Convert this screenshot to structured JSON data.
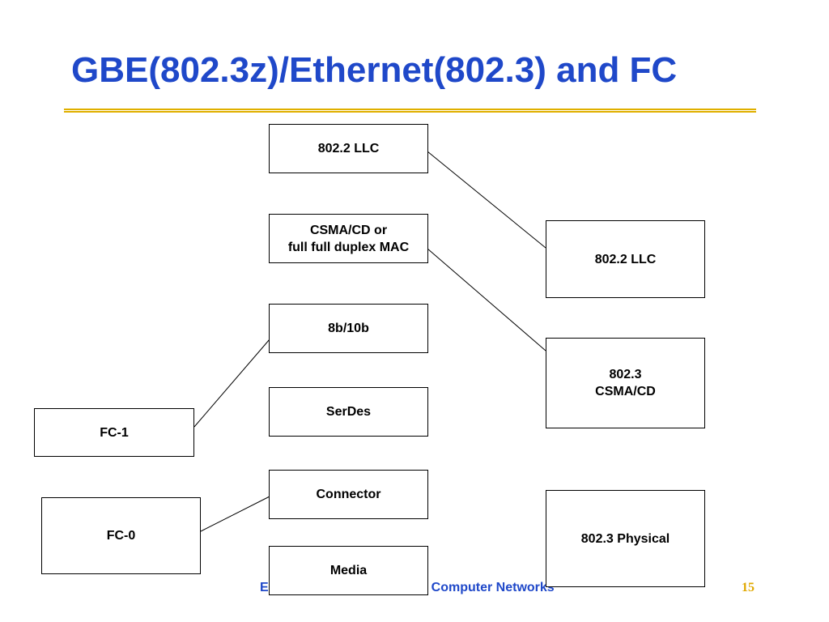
{
  "slide": {
    "title": "GBE(802.3z)/Ethernet(802.3) and FC",
    "footer": "Computer Networks",
    "footer_partial_prefix": "E",
    "page_number": "15"
  },
  "colors": {
    "title": "#1f48c9",
    "rule": "#e0b000",
    "page_number": "#e0a800",
    "box_border": "#000000"
  },
  "gbe_stack": [
    {
      "id": "llc",
      "label": "802.2 LLC"
    },
    {
      "id": "mac",
      "label": "CSMA/CD or\nfull full duplex MAC"
    },
    {
      "id": "enc",
      "label": "8b/10b"
    },
    {
      "id": "serdes",
      "label": "SerDes"
    },
    {
      "id": "connector",
      "label": "Connector"
    },
    {
      "id": "media",
      "label": "Media"
    }
  ],
  "ethernet_stack": [
    {
      "id": "eth-llc",
      "label": "802.2 LLC"
    },
    {
      "id": "eth-csma",
      "label": "802.3\nCSMA/CD"
    },
    {
      "id": "eth-phy",
      "label": "802.3 Physical"
    }
  ],
  "fc_stack": [
    {
      "id": "fc1",
      "label": "FC-1"
    },
    {
      "id": "fc0",
      "label": "FC-0"
    }
  ]
}
